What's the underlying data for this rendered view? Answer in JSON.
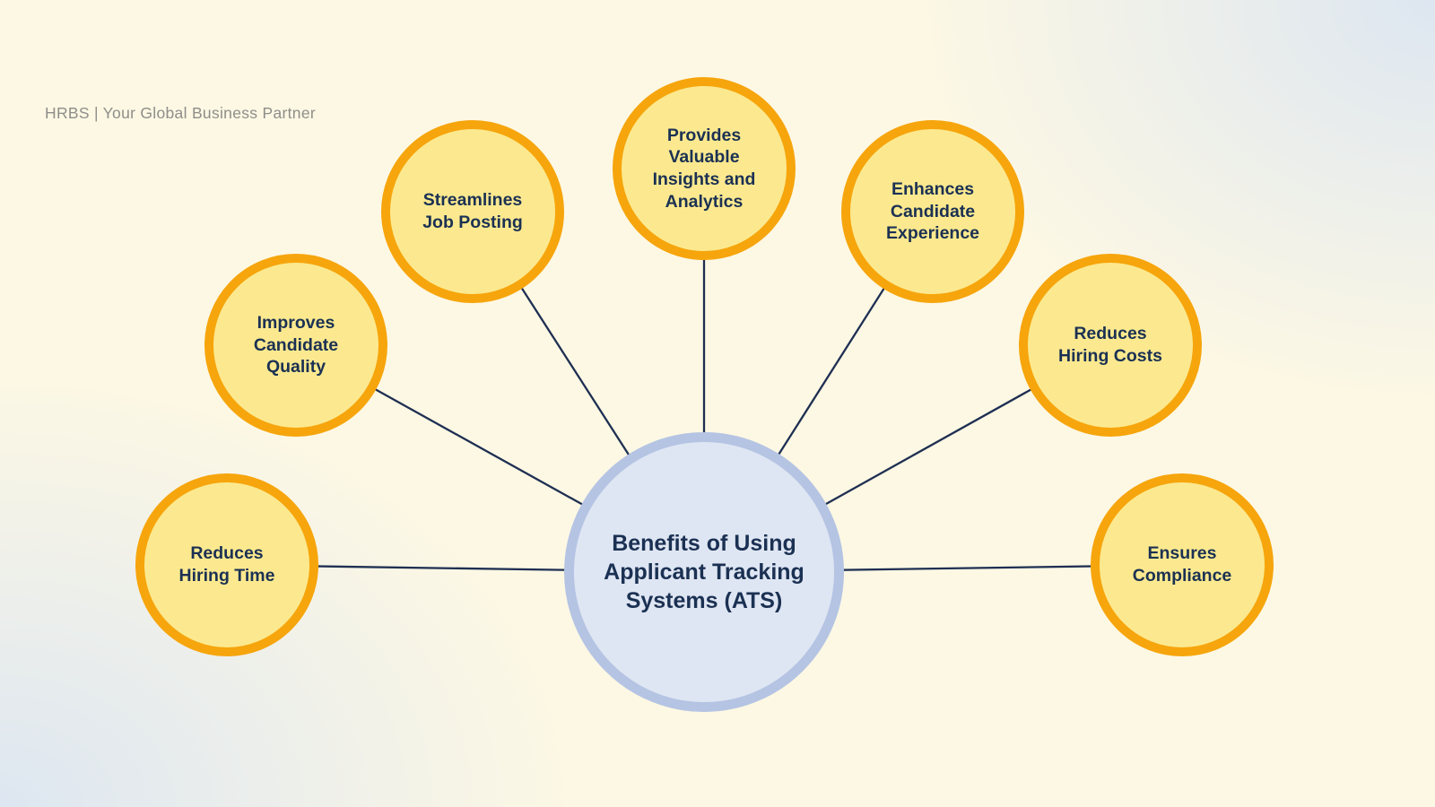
{
  "header": {
    "brand": "HRBS | Your Global Business Partner"
  },
  "diagram": {
    "type": "radial-hub-spoke",
    "center": {
      "label": "Benefits of Using Applicant Tracking Systems (ATS)"
    },
    "nodes": [
      {
        "label": "Reduces Hiring Time"
      },
      {
        "label": "Improves Candidate Quality"
      },
      {
        "label": "Streamlines Job Posting"
      },
      {
        "label": "Provides Valuable Insights and Analytics"
      },
      {
        "label": "Enhances Candidate Experience"
      },
      {
        "label": "Reduces Hiring Costs"
      },
      {
        "label": "Ensures Compliance"
      }
    ]
  },
  "theme": {
    "background_cream": "#fdf8e4",
    "background_blue": "#dde6f1",
    "satellite_fill": "#fce98f",
    "satellite_border": "#f6a50c",
    "center_fill": "#dfe6f3",
    "center_border": "#b5c4e3",
    "text_color": "#1b3153",
    "connector_color": "#1e2f52",
    "brand_color": "#8e8e89"
  }
}
